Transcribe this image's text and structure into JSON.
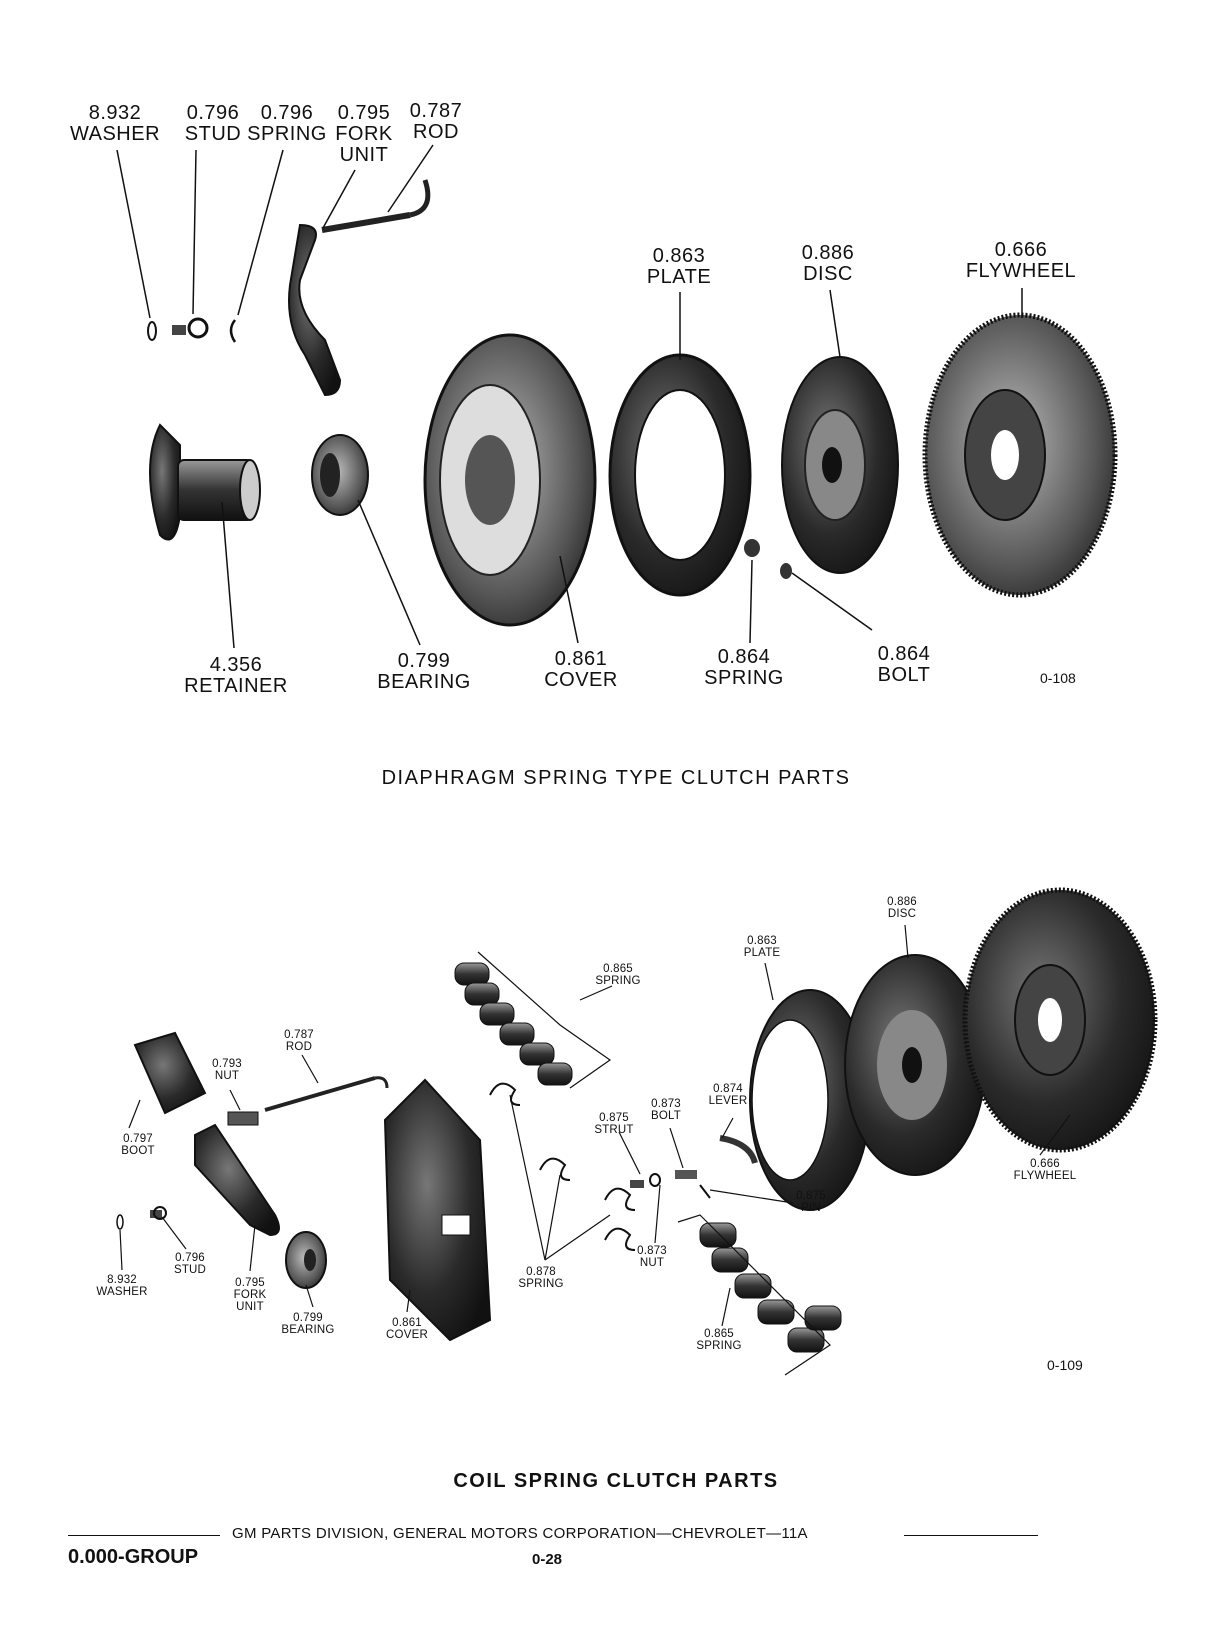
{
  "diagram1": {
    "figure_number": "0-108",
    "caption": "DIAPHRAGM SPRING TYPE CLUTCH PARTS",
    "labels": {
      "washer": {
        "code": "8.932",
        "name": "WASHER"
      },
      "stud": {
        "code": "0.796",
        "name": "STUD"
      },
      "spring": {
        "code": "0.796",
        "name": "SPRING"
      },
      "fork": {
        "code": "0.795",
        "name": "FORK",
        "name2": "UNIT"
      },
      "rod": {
        "code": "0.787",
        "name": "ROD"
      },
      "plate": {
        "code": "0.863",
        "name": "PLATE"
      },
      "disc": {
        "code": "0.886",
        "name": "DISC"
      },
      "flywheel": {
        "code": "0.666",
        "name": "FLYWHEEL"
      },
      "retainer": {
        "code": "4.356",
        "name": "RETAINER"
      },
      "bearing": {
        "code": "0.799",
        "name": "BEARING"
      },
      "cover": {
        "code": "0.861",
        "name": "COVER"
      },
      "spring2": {
        "code": "0.864",
        "name": "SPRING"
      },
      "bolt": {
        "code": "0.864",
        "name": "BOLT"
      }
    }
  },
  "diagram2": {
    "figure_number": "0-109",
    "caption": "COIL SPRING CLUTCH PARTS",
    "labels": {
      "disc": {
        "code": "0.886",
        "name": "DISC"
      },
      "plate": {
        "code": "0.863",
        "name": "PLATE"
      },
      "spring_top": {
        "code": "0.865",
        "name": "SPRING"
      },
      "rod": {
        "code": "0.787",
        "name": "ROD"
      },
      "nut": {
        "code": "0.793",
        "name": "NUT"
      },
      "lever": {
        "code": "0.874",
        "name": "LEVER"
      },
      "bolt": {
        "code": "0.873",
        "name": "BOLT"
      },
      "strut": {
        "code": "0.875",
        "name": "STRUT"
      },
      "boot": {
        "code": "0.797",
        "name": "BOOT"
      },
      "flywheel": {
        "code": "0.666",
        "name": "FLYWHEEL"
      },
      "pin": {
        "code": "0.875",
        "name": "PIN"
      },
      "stud": {
        "code": "0.796",
        "name": "STUD"
      },
      "nut2": {
        "code": "0.873",
        "name": "NUT"
      },
      "spring_878": {
        "code": "0.878",
        "name": "SPRING"
      },
      "washer": {
        "code": "8.932",
        "name": "WASHER"
      },
      "fork": {
        "code": "0.795",
        "name": "FORK",
        "name2": "UNIT"
      },
      "bearing": {
        "code": "0.799",
        "name": "BEARING"
      },
      "cover": {
        "code": "0.861",
        "name": "COVER"
      },
      "spring_bottom": {
        "code": "0.865",
        "name": "SPRING"
      }
    }
  },
  "footer": {
    "text": "GM PARTS DIVISION, GENERAL MOTORS CORPORATION—CHEVROLET—11A",
    "group": "0.000-GROUP",
    "page": "0-28"
  }
}
